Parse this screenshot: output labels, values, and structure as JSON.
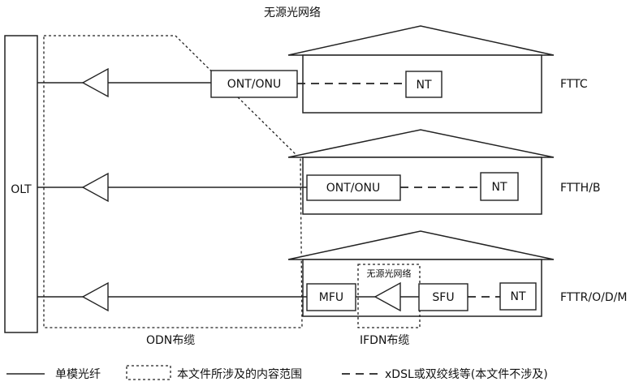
{
  "title": "无源光网络",
  "olt_label": "OLT",
  "odn_label": "ODN布缆",
  "ifdn_label": "IFDN布缆",
  "rows": [
    {
      "type": "FTTC",
      "onu": "ONT/ONU",
      "nt": "NT"
    },
    {
      "type": "FTTH/B",
      "onu": "ONT/ONU",
      "nt": "NT"
    },
    {
      "type": "FTTR/O/D/M",
      "mfu": "MFU",
      "inner_label": "无源光网络",
      "sfu": "SFU",
      "nt": "NT"
    }
  ],
  "legend": {
    "single_mode": "单模光纤",
    "scope": "本文件所涉及的内容范围",
    "xdsl": "xDSL或双绞线等(本文件不涉及)"
  }
}
